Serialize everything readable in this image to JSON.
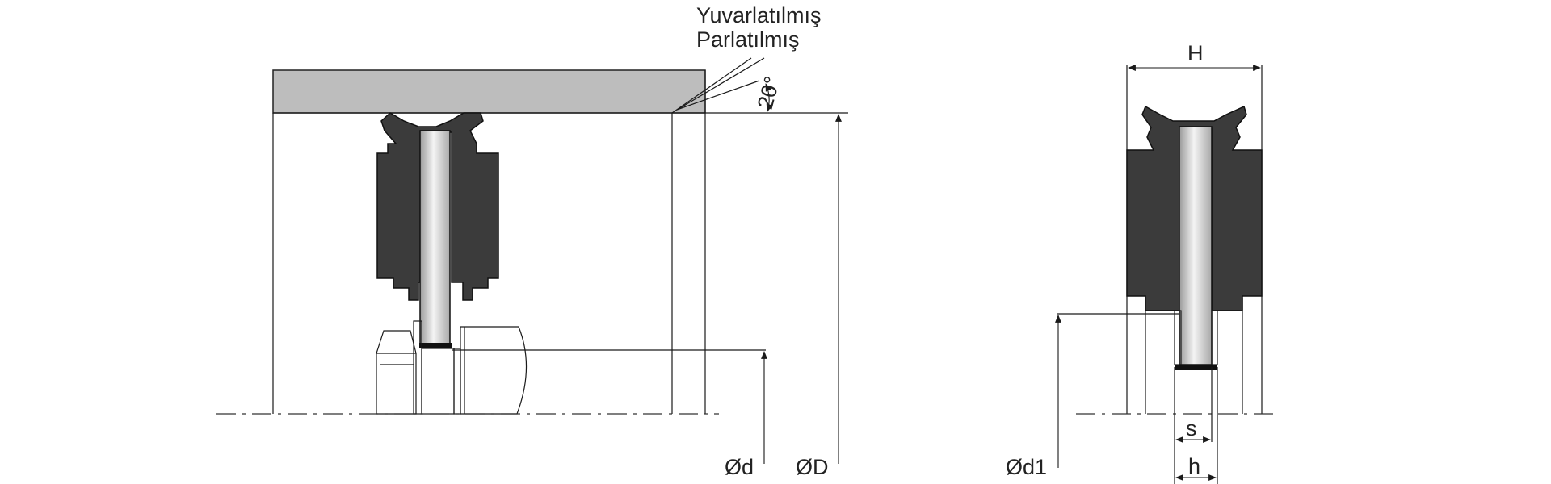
{
  "annotations": {
    "surface_1": "Yuvarlatılmış",
    "surface_2": "Parlatılmış",
    "angle": "20°"
  },
  "dimensions": {
    "bore_diameter": "ØD",
    "rod_diameter": "Ød",
    "seat_diameter": "Ød1",
    "width": "H",
    "insert_thickness": "s",
    "insert_height": "h"
  },
  "colors": {
    "seal_body": "#3b3b3b",
    "housing": "#bdbdbd",
    "insert_metal": "#e6e6e6"
  }
}
